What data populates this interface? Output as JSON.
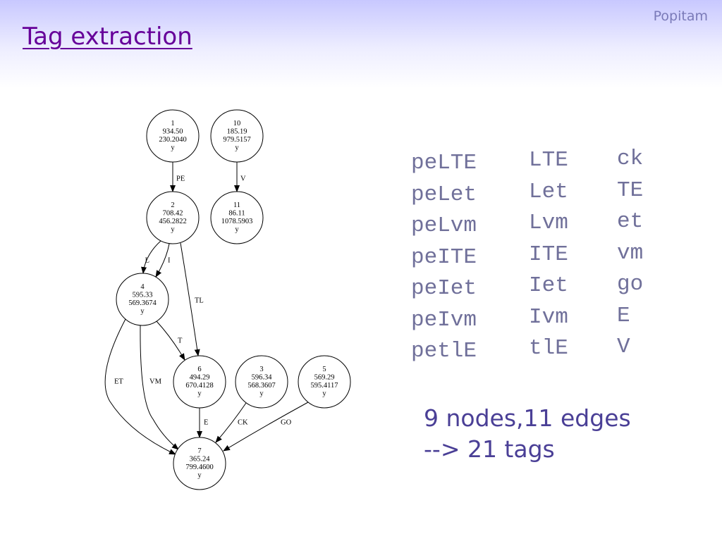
{
  "header": {
    "brand": "Popitam",
    "title": "Tag extraction"
  },
  "graph": {
    "nodes": [
      {
        "id": "1",
        "lines": [
          "1",
          "934.50",
          "230.2040",
          "y"
        ]
      },
      {
        "id": "10",
        "lines": [
          "10",
          "185.19",
          "979.5157",
          "y"
        ]
      },
      {
        "id": "2",
        "lines": [
          "2",
          "708.42",
          "456.2822",
          "y"
        ]
      },
      {
        "id": "11",
        "lines": [
          "11",
          "86.11",
          "1078.5903",
          "y"
        ]
      },
      {
        "id": "4",
        "lines": [
          "4",
          "595.33",
          "569.3674",
          "y"
        ]
      },
      {
        "id": "6",
        "lines": [
          "6",
          "494.29",
          "670.4128",
          "y"
        ]
      },
      {
        "id": "3",
        "lines": [
          "3",
          "596.34",
          "568.3607",
          "y"
        ]
      },
      {
        "id": "5",
        "lines": [
          "5",
          "569.29",
          "595.4117",
          "y"
        ]
      },
      {
        "id": "7",
        "lines": [
          "7",
          "365.24",
          "799.4600",
          "y"
        ]
      }
    ],
    "edges": [
      {
        "from": "1",
        "to": "2",
        "label": "PE"
      },
      {
        "from": "10",
        "to": "11",
        "label": "V"
      },
      {
        "from": "2",
        "to": "4",
        "label": "L"
      },
      {
        "from": "2",
        "to": "4",
        "label": "I"
      },
      {
        "from": "2",
        "to": "6",
        "label": "TL"
      },
      {
        "from": "4",
        "to": "6",
        "label": "T"
      },
      {
        "from": "4",
        "to": "7",
        "label": "ET"
      },
      {
        "from": "4",
        "to": "7",
        "label": "VM"
      },
      {
        "from": "6",
        "to": "7",
        "label": "E"
      },
      {
        "from": "3",
        "to": "7",
        "label": "CK"
      },
      {
        "from": "5",
        "to": "7",
        "label": "GO"
      }
    ]
  },
  "tags": {
    "columns": [
      [
        "peLTE",
        "peLet",
        "peLvm",
        "peITE",
        "peIet",
        "peIvm",
        "petlE"
      ],
      [
        "LTE",
        "Let",
        "Lvm",
        "ITE",
        "Iet",
        "Ivm",
        "tlE"
      ],
      [
        "ck",
        "TE",
        "et",
        "vm",
        "go",
        "E",
        "V"
      ]
    ]
  },
  "summary": {
    "line1": "9 nodes,11 edges",
    "line2": "--> 21 tags"
  },
  "colors": {
    "title": "#660099",
    "tags": "#70709a",
    "summary": "#4a3f96",
    "brand": "#7a7ab8"
  }
}
